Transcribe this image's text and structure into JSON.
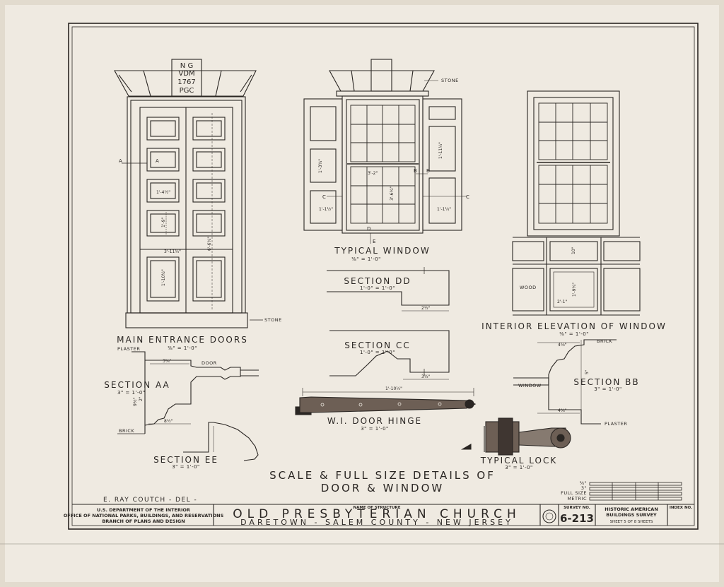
{
  "drawing": {
    "door_inscription": [
      "N G",
      "VDM",
      "1767",
      "PGC"
    ],
    "views": {
      "main_doors": {
        "title": "MAIN ENTRANCE DOORS",
        "scale": "⅜\" = 1'-0\""
      },
      "typical_window": {
        "title": "TYPICAL WINDOW",
        "scale": "⅜\" = 1'-0\""
      },
      "interior_elevation": {
        "title": "INTERIOR ELEVATION OF WINDOW",
        "scale": "⅜\" = 1'-0\""
      },
      "section_dd": {
        "title": "SECTION DD",
        "scale": "1'-0\" = 1'-0\""
      },
      "section_cc": {
        "title": "SECTION CC",
        "scale": "1'-0\" = 1'-0\""
      },
      "section_aa": {
        "title": "SECTION AA",
        "scale": "3\" = 1'-0\""
      },
      "section_ee": {
        "title": "SECTION EE",
        "scale": "3\" = 1'-0\""
      },
      "section_bb": {
        "title": "SECTION BB",
        "scale": "3\" = 1'-0\""
      },
      "door_hinge": {
        "title": "W.I. DOOR HINGE",
        "scale": "3\" = 1'-0\""
      },
      "typical_lock": {
        "title": "TYPICAL LOCK",
        "scale": "3\" = 1'-0\""
      }
    },
    "notes": {
      "stone_1": "STONE",
      "stone_2": "STONE",
      "plaster_1": "PLASTER",
      "plaster_2": "PLASTER",
      "brick_1": "BRICK",
      "brick_2": "BRICK",
      "door": "DOOR",
      "window": "WINDOW",
      "wood": "WOOD",
      "marker_a1": "A",
      "marker_a2": "A",
      "marker_b1": "B",
      "marker_b2": "B",
      "marker_c1": "C",
      "marker_c2": "C",
      "marker_d": "D",
      "marker_e": "E"
    },
    "dimensions": {
      "d1": "1'-4½\"",
      "d2": "1'-9\"",
      "d3": "3'-11¾\"",
      "d4": "6'-6¾\"",
      "d5": "1'-10½\"",
      "w1": "1'-3¾\"",
      "w2": "3'-2\"",
      "w3": "3'-6¾\"",
      "w4": "1'-1½\"",
      "w5": "1'-1¼\"",
      "w6": "1'-11¼\"",
      "i1": "10\"",
      "i2": "1'-9¾\"",
      "i3": "2'-1\"",
      "sdd": "2½\"",
      "scc": "3½\"",
      "hinge": "1'-10½\"",
      "saa1": "3⅝\"",
      "saa2": "9½\"",
      "saa3": "2\"",
      "saa4": "8½\"",
      "sbb1": "4⅝\"",
      "sbb2": "5\"",
      "sbb3": "4⅝\""
    },
    "sheet_title": [
      "SCALE & FULL SIZE DETAILS OF",
      "DOOR & WINDOW"
    ],
    "delineator": "E. RAY COUTCH - DEL -"
  },
  "scale_bar": {
    "lines": [
      "⅜\"",
      "3\"",
      "FULL SIZE",
      "METRIC"
    ]
  },
  "title_block": {
    "agency": [
      "U.S. DEPARTMENT OF THE INTERIOR",
      "OFFICE OF NATIONAL PARKS, BUILDINGS, AND RESERVATIONS",
      "BRANCH OF PLANS AND DESIGN"
    ],
    "name_label": "NAME OF STRUCTURE",
    "structure": "OLD PRESBYTERIAN CHURCH",
    "location": "DARETOWN - SALEM COUNTY - NEW JERSEY",
    "survey_label": "SURVEY NO.",
    "survey_no": "6-213",
    "habs": [
      "HISTORIC AMERICAN",
      "BUILDINGS SURVEY"
    ],
    "sheet_info": "SHEET 5 OF 8 SHEETS",
    "index_label": "INDEX NO."
  }
}
